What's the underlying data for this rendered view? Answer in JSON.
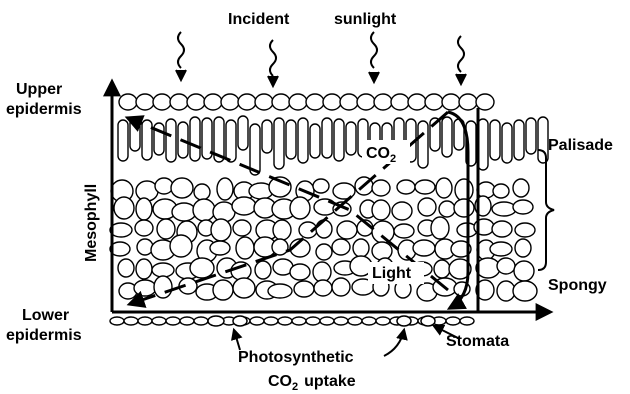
{
  "labels": {
    "incident": "Incident",
    "sunlight": "sunlight",
    "upper_epidermis_1": "Upper",
    "upper_epidermis_2": "epidermis",
    "lower_epidermis_1": "Lower",
    "lower_epidermis_2": "epidermis",
    "mesophyll": "Mesophyll",
    "palisade": "Palisade",
    "spongy": "Spongy",
    "stomata": "Stomata",
    "co2": "CO",
    "co2_sub": "2",
    "light": "Light",
    "photosynthetic": "Photosynthetic",
    "uptake_co": "CO",
    "uptake_sub": "2",
    "uptake_word": "uptake"
  }
}
